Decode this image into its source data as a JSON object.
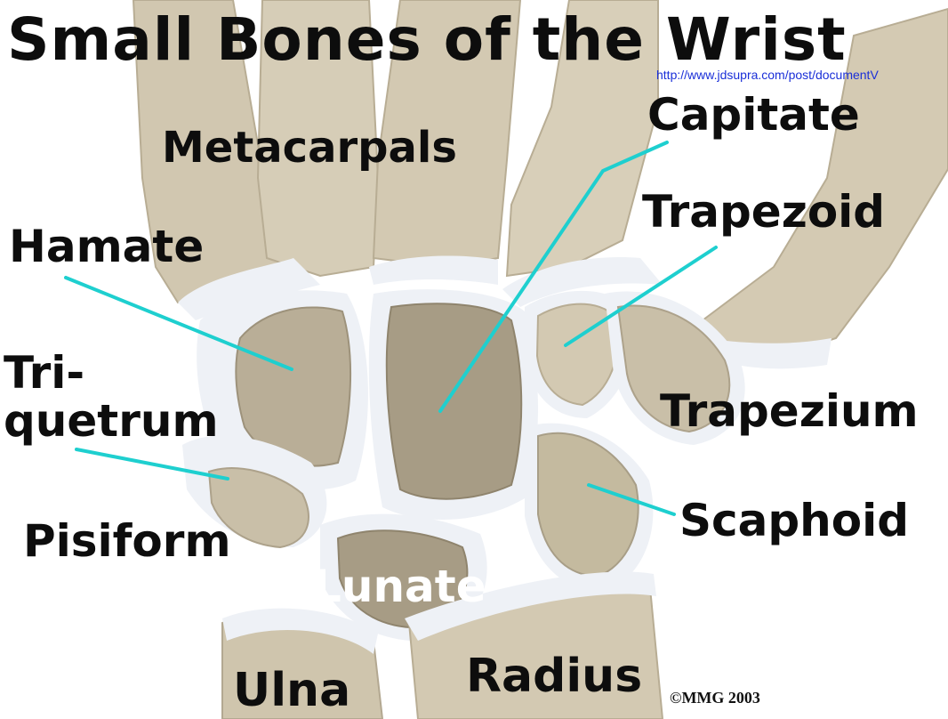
{
  "title": "Small Bones of the Wrist",
  "url": "http://www.jdsupra.com/post/documentV",
  "labels": {
    "capitate": "Capitate",
    "metacarpals": "Metacarpals",
    "trapezoid": "Trapezoid",
    "hamate": "Hamate",
    "triquetrum_line1": "Tri-",
    "triquetrum_line2": "quetrum",
    "trapezium": "Trapezium",
    "scaphoid": "Scaphoid",
    "pisiform": "Pisiform",
    "lunate": "Lunate",
    "ulna": "Ulna",
    "radius": "Radius"
  },
  "copyright": "©MMG 2003",
  "colors": {
    "bone": "#d3c9b2",
    "bone_shadow": "#a89e87",
    "cartilage": "#eef1f6",
    "leader_line": "#1ecfcf",
    "label_text": "#0d0d0d",
    "link": "#1a2fd8"
  }
}
